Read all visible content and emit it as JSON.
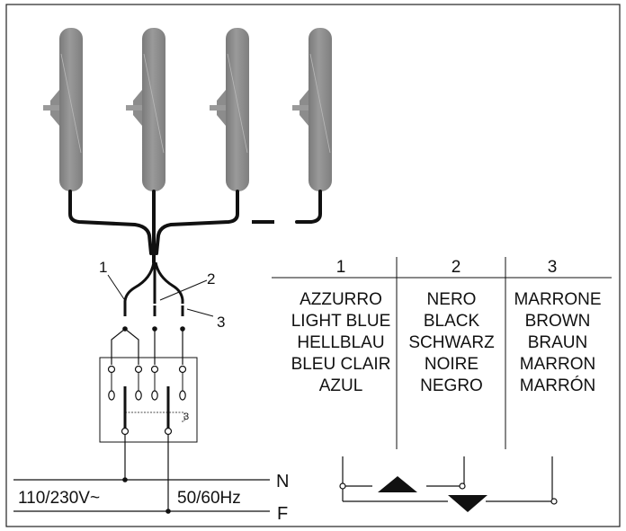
{
  "wire_labels": [
    "1",
    "2",
    "3"
  ],
  "table": {
    "headers": [
      "1",
      "2",
      "3"
    ],
    "columns": [
      [
        "AZZURRO",
        "LIGHT BLUE",
        "HELLBLAU",
        "BLEU CLAIR",
        "AZUL"
      ],
      [
        "NERO",
        "BLACK",
        "SCHWARZ",
        "NOIRE",
        "NEGRO"
      ],
      [
        "MARRONE",
        "BROWN",
        "BRAUN",
        "MARRON",
        "MARRÓN"
      ]
    ]
  },
  "supply": {
    "voltage": "110/230V~",
    "frequency": "50/60Hz",
    "line_n": "N",
    "line_f": "F"
  },
  "switch_label": "3",
  "colors": {
    "tube": "#8f8f8f",
    "line": "#111111",
    "background": "#ffffff"
  }
}
